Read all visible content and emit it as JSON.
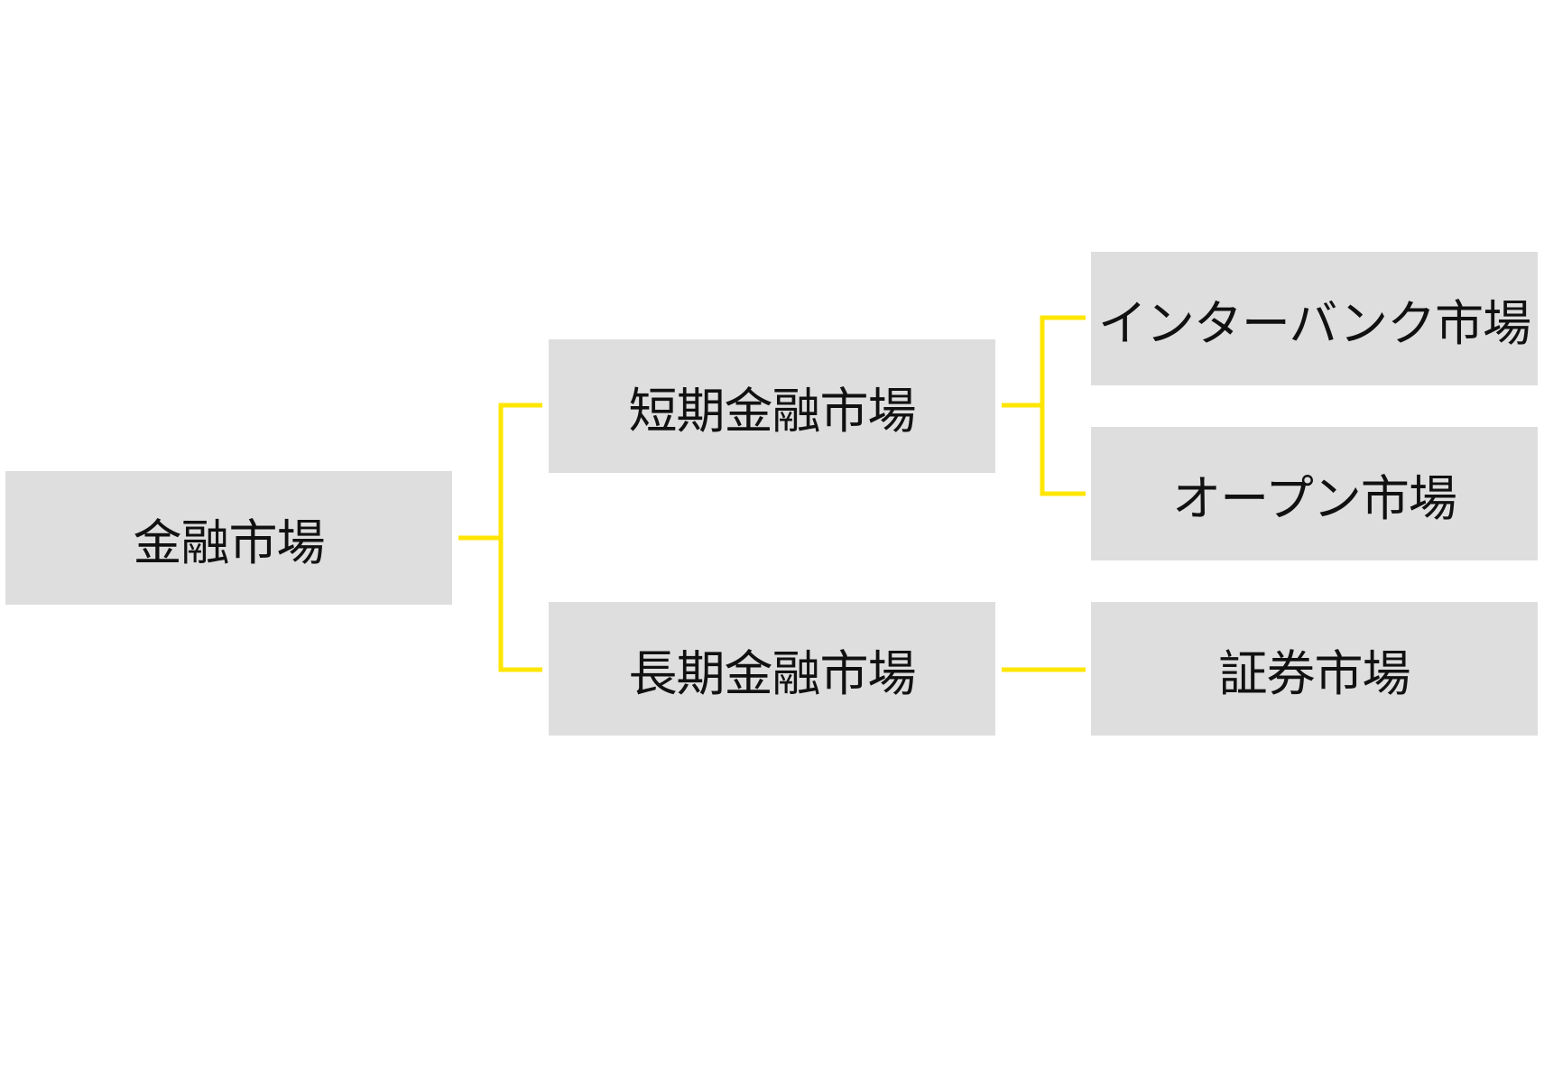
{
  "colors": {
    "connector": "#ffe600",
    "node_fill": "#dedede",
    "text": "#111111",
    "background": "#ffffff"
  },
  "nodes": {
    "root": "金融市場",
    "short_term": "短期金融市場",
    "long_term": "長期金融市場",
    "interbank": "インターバンク市場",
    "open": "オープン市場",
    "securities": "証券市場"
  }
}
